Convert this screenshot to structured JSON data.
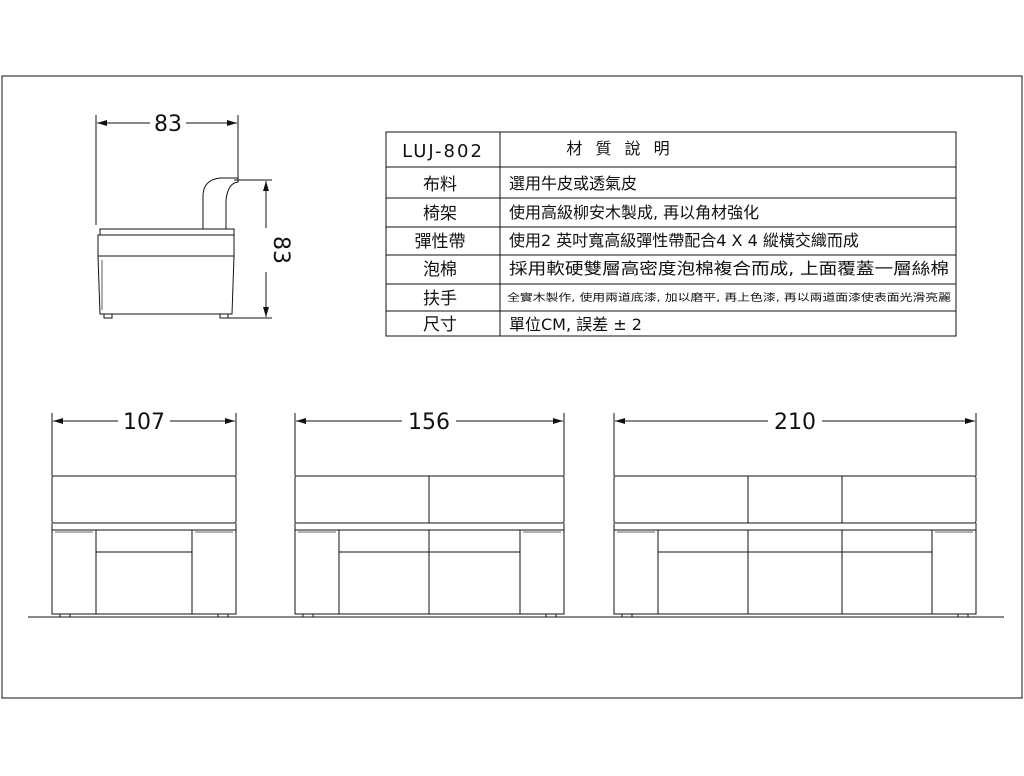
{
  "spec_table": {
    "model": "LUJ-802",
    "header": "材 質 說 明",
    "rows": [
      {
        "label": "布料",
        "value": "選用牛皮或透氣皮"
      },
      {
        "label": "椅架",
        "value": "使用高級柳安木製成, 再以角材強化"
      },
      {
        "label": "彈性帶",
        "value": "使用2 英吋寬高級彈性帶配合4 X 4 縱橫交織而成"
      },
      {
        "label": "泡棉",
        "value": "採用軟硬雙層高密度泡棉複合而成, 上面覆蓋一層絲棉"
      },
      {
        "label": "扶手",
        "value": "全實木製作, 使用兩道底漆, 加以磨平, 再上色漆, 再以兩道面漆使表面光滑亮麗"
      },
      {
        "label": "尺寸",
        "value": "單位CM, 誤差 ± 2"
      }
    ]
  },
  "dimensions": {
    "side_width": "83",
    "side_height": "83",
    "single_width": "107",
    "double_width": "156",
    "triple_width": "210"
  }
}
